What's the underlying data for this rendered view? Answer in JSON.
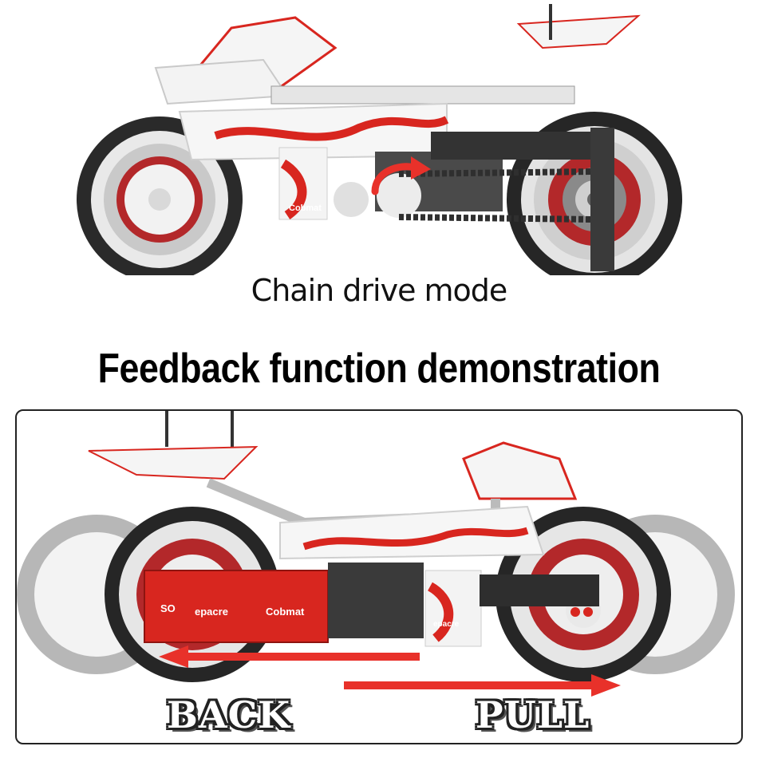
{
  "caption": "Chain drive mode",
  "heading": "Feedback function demonstration",
  "labels": {
    "back": "BACK",
    "pull": "PULL"
  },
  "brick_text": {
    "top_side_panel": "Cobmat",
    "bottom_brand": "epacre",
    "bottom_logo": "Cobmat",
    "bottom_side_panel": "epacre",
    "bottom_badge": "SO"
  },
  "colors": {
    "brick_red": "#d8261f",
    "brick_white": "#f4f4f4",
    "tire_black": "#232323",
    "chain_gray": "#3a3a3a",
    "arrow_red": "#e8312a"
  },
  "icons": [
    "motorcycle-model",
    "red-curved-arrow",
    "red-left-arrow",
    "red-right-arrow"
  ]
}
